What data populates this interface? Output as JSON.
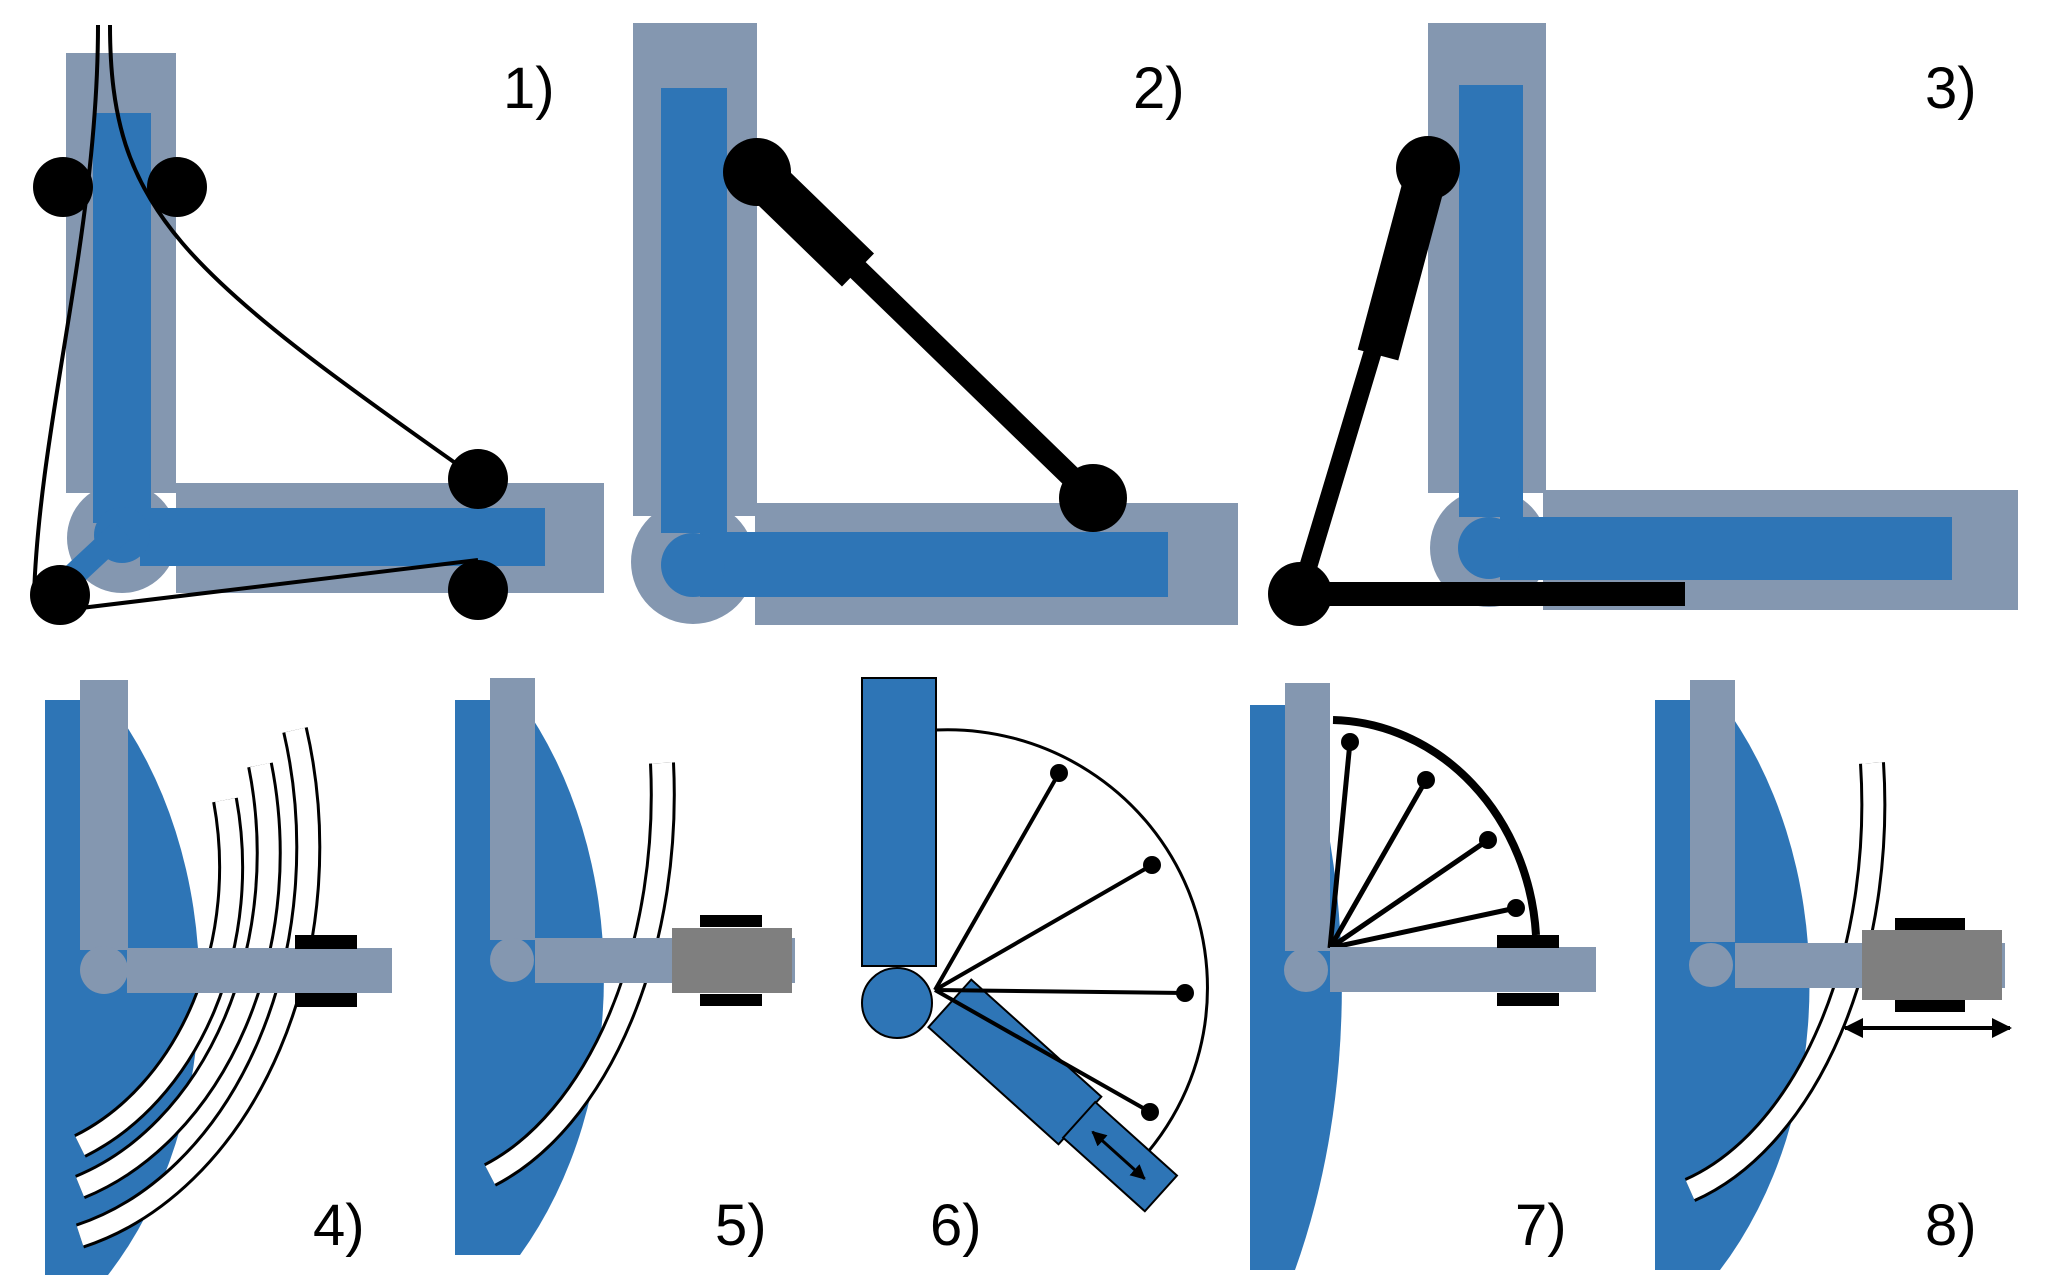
{
  "colors": {
    "blue": "#2E75B6",
    "gray_blue": "#8497B0",
    "light_gray": "#7F8FA9",
    "black": "#000000",
    "white": "#FFFFFF",
    "dark_gray": "#7F7F7F"
  },
  "panels": [
    {
      "id": "p1",
      "label": "1)"
    },
    {
      "id": "p2",
      "label": "2)"
    },
    {
      "id": "p3",
      "label": "3)"
    },
    {
      "id": "p4",
      "label": "4)"
    },
    {
      "id": "p5",
      "label": "5)"
    },
    {
      "id": "p6",
      "label": "6)"
    },
    {
      "id": "p7",
      "label": "7)"
    },
    {
      "id": "p8",
      "label": "8)"
    }
  ]
}
